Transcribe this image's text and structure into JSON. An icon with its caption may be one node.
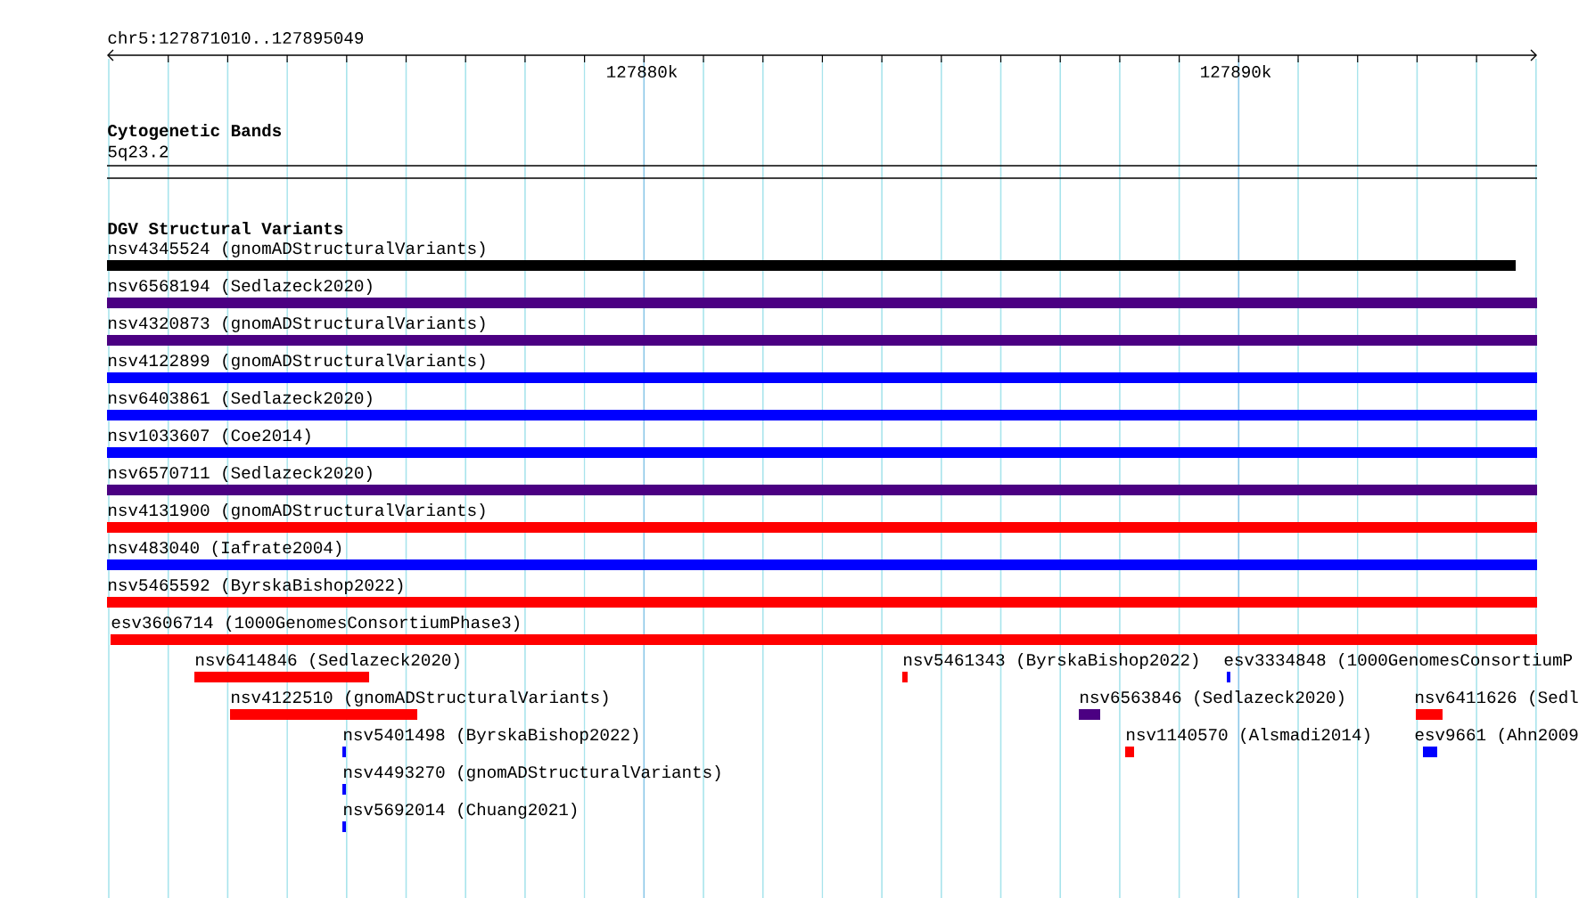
{
  "diagram": {
    "labels": [
      "chr5:127871010..127895049",
      "127880k",
      "127890k",
      "Cytogenetic Bands",
      "5q23.2",
      "DGV Structural Variants",
      "nsv4345524 (gnomADStructuralVariants)",
      "nsv6568194 (Sedlazeck2020)",
      "nsv4320873 (gnomADStructuralVariants)",
      "nsv4122899 (gnomADStructuralVariants)",
      "nsv6403861 (Sedlazeck2020)",
      "nsv1033607 (Coe2014)",
      "nsv6570711 (Sedlazeck2020)",
      "nsv4131900 (gnomADStructuralVariants)",
      "nsv483040 (Iafrate2004)",
      "nsv5465592 (ByrskaBishop2022)",
      "esv3606714 (1000GenomesConsortiumPhase3)",
      "nsv6414846 (Sedlazeck2020)",
      "nsv5461343 (ByrskaBishop2022)",
      "esv3334848 (1000GenomesConsortiumP",
      "nsv4122510 (gnomADStructuralVariants)",
      "nsv6563846 (Sedlazeck2020)",
      "nsv6411626 (Sedl",
      "nsv5401498 (ByrskaBishop2022)",
      "nsv1140570 (Alsmadi2014)",
      "esv9661 (Ahn2009",
      "nsv4493270 (gnomADStructuralVariants)",
      "nsv5692014 (Chuang2021)"
    ]
  }
}
